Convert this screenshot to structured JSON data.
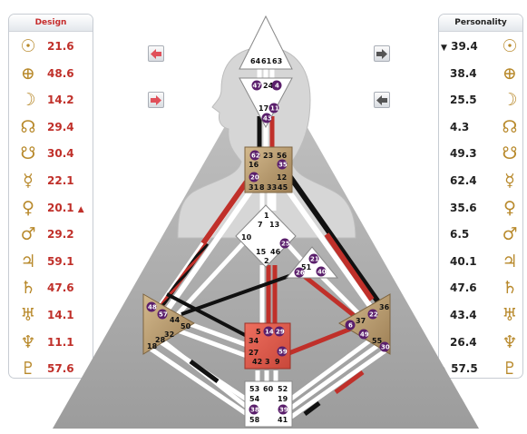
{
  "design": {
    "title": "Design",
    "rows": [
      {
        "icon": "sun-icon",
        "glyph": "☉",
        "value": "21.6",
        "mark": ""
      },
      {
        "icon": "earth-icon",
        "glyph": "⊕",
        "value": "48.6",
        "mark": ""
      },
      {
        "icon": "moon-icon",
        "glyph": "☽",
        "value": "14.2",
        "mark": ""
      },
      {
        "icon": "north-node-icon",
        "glyph": "☊",
        "value": "29.4",
        "mark": ""
      },
      {
        "icon": "south-node-icon",
        "glyph": "☋",
        "value": "30.4",
        "mark": ""
      },
      {
        "icon": "mercury-icon",
        "glyph": "☿",
        "value": "22.1",
        "mark": ""
      },
      {
        "icon": "venus-icon",
        "glyph": "♀",
        "value": "20.1",
        "mark": "▲"
      },
      {
        "icon": "mars-icon",
        "glyph": "♂",
        "value": "29.2",
        "mark": ""
      },
      {
        "icon": "jupiter-icon",
        "glyph": "♃",
        "value": "59.1",
        "mark": ""
      },
      {
        "icon": "saturn-icon",
        "glyph": "♄",
        "value": "47.6",
        "mark": ""
      },
      {
        "icon": "uranus-icon",
        "glyph": "♅",
        "value": "14.1",
        "mark": ""
      },
      {
        "icon": "neptune-icon",
        "glyph": "♆",
        "value": "11.1",
        "mark": ""
      },
      {
        "icon": "pluto-icon",
        "glyph": "♇",
        "value": "57.6",
        "mark": ""
      }
    ]
  },
  "personality": {
    "title": "Personality",
    "rows": [
      {
        "icon": "sun-icon",
        "glyph": "☉",
        "value": "39.4",
        "mark": "▼"
      },
      {
        "icon": "earth-icon",
        "glyph": "⊕",
        "value": "38.4",
        "mark": ""
      },
      {
        "icon": "moon-icon",
        "glyph": "☽",
        "value": "25.5",
        "mark": ""
      },
      {
        "icon": "north-node-icon",
        "glyph": "☊",
        "value": "4.3",
        "mark": ""
      },
      {
        "icon": "south-node-icon",
        "glyph": "☋",
        "value": "49.3",
        "mark": ""
      },
      {
        "icon": "mercury-icon",
        "glyph": "☿",
        "value": "62.4",
        "mark": ""
      },
      {
        "icon": "venus-icon",
        "glyph": "♀",
        "value": "35.6",
        "mark": ""
      },
      {
        "icon": "mars-icon",
        "glyph": "♂",
        "value": "6.5",
        "mark": ""
      },
      {
        "icon": "jupiter-icon",
        "glyph": "♃",
        "value": "40.1",
        "mark": ""
      },
      {
        "icon": "saturn-icon",
        "glyph": "♄",
        "value": "47.6",
        "mark": ""
      },
      {
        "icon": "uranus-icon",
        "glyph": "♅",
        "value": "43.4",
        "mark": ""
      },
      {
        "icon": "neptune-icon",
        "glyph": "♆",
        "value": "26.4",
        "mark": ""
      },
      {
        "icon": "pluto-icon",
        "glyph": "♇",
        "value": "57.5",
        "mark": "▲"
      }
    ]
  },
  "colors": {
    "design_red": "#c0302a",
    "personality_black": "#111111",
    "defined_center": "#b89a6b",
    "sacral_center": "#e05a4a",
    "undefined_center": "#ffffff",
    "gold_glyph": "#b8892b",
    "background_triangle": "#a9a9a9",
    "silhouette": "#cfcfcf"
  },
  "buttons": {
    "design_prev": "arrow-left-icon",
    "design_next": "arrow-right-icon",
    "personality_next": "arrow-right-icon",
    "personality_prev": "arrow-left-icon"
  },
  "bodygraph": {
    "head": {
      "gates": [
        "64",
        "61",
        "63"
      ]
    },
    "ajna": {
      "gates": [
        "47",
        "24",
        "4",
        "17",
        "11",
        "43"
      ]
    },
    "throat": {
      "gates": [
        "62",
        "23",
        "56",
        "16",
        "35",
        "20",
        "12",
        "31",
        "8",
        "33",
        "45"
      ]
    },
    "g_center": {
      "gates": [
        "1",
        "7",
        "13",
        "10",
        "15",
        "46",
        "25",
        "2"
      ]
    },
    "heart": {
      "gates": [
        "21",
        "51",
        "26",
        "40"
      ]
    },
    "spleen": {
      "gates": [
        "48",
        "57",
        "44",
        "50",
        "32",
        "28",
        "18"
      ]
    },
    "solar_plexus": {
      "gates": [
        "36",
        "6",
        "37",
        "22",
        "49",
        "55",
        "30"
      ]
    },
    "sacral": {
      "gates": [
        "5",
        "14",
        "29",
        "34",
        "59",
        "27",
        "42",
        "3",
        "9"
      ]
    },
    "root": {
      "gates": [
        "53",
        "60",
        "52",
        "54",
        "19",
        "38",
        "39",
        "58",
        "41"
      ]
    }
  }
}
